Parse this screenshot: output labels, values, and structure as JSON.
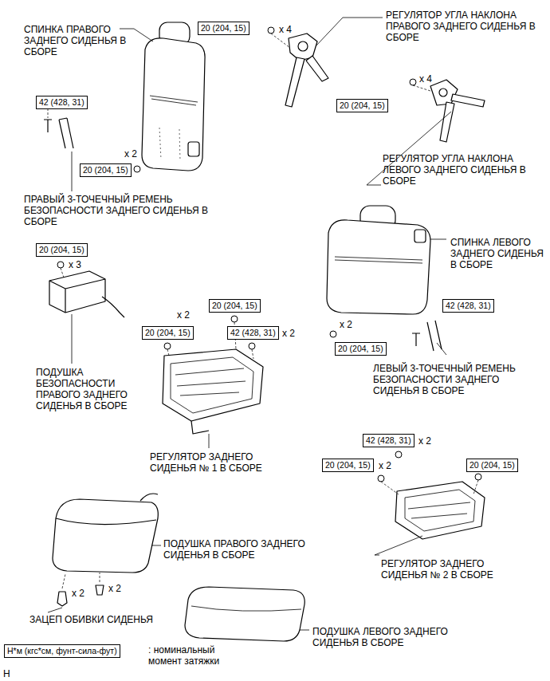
{
  "diagram": {
    "nodes": [
      {
        "text": [
          "20 (204, 15)"
        ]
      },
      {
        "text": [
          "42 (428, 31)"
        ]
      },
      {
        "text": [
          "20 (204, 15)"
        ]
      },
      {
        "text": [
          "20 (204, 15)"
        ]
      },
      {
        "text": [
          "20 (204, 15)"
        ]
      },
      {
        "text": [
          "20 (204, 15)"
        ]
      },
      {
        "text": [
          "42 (428, 31)"
        ]
      },
      {
        "text": [
          "20 (204, 15)"
        ]
      },
      {
        "text": [
          "42 (428, 31)"
        ]
      },
      {
        "text": [
          "20 (204, 15)"
        ]
      },
      {
        "text": [
          "42 (428, 31)"
        ]
      },
      {
        "text": [
          "20 (204, 15)"
        ]
      },
      {
        "text": [
          "20 (204, 15)"
        ]
      },
      {
        "text": [
          "Н*м (кгс*см, фунт-сила-фут)"
        ]
      }
    ],
    "edges": [],
    "labels": [
      "СПИНКА ПРАВОГО ЗАДНЕГО СИДЕНЬЯ В СБОРЕ",
      "x 4",
      "РЕГУЛЯТОР УГЛА НАКЛОНА ПРАВОГО ЗАДНЕГО СИДЕНЬЯ В СБОРЕ",
      "x 4",
      "x 2",
      "РЕГУЛЯТОР УГЛА НАКЛОНА ЛЕВОГО ЗАДНЕГО СИДЕНЬЯ В СБОРЕ",
      "ПРАВЫЙ 3-ТОЧЕЧНЫЙ РЕМЕНЬ БЕЗОПАСНОСТИ ЗАДНЕГО СИДЕНЬЯ В СБОРЕ",
      "СПИНКА ЛЕВОГО ЗАДНЕГО СИДЕНЬЯ В СБОРЕ",
      "x 3",
      "x 2",
      "x 2",
      "x 2",
      "ЛЕВЫЙ 3-ТОЧЕЧНЫЙ РЕМЕНЬ БЕЗОПАСНОСТИ ЗАДНЕГО СИДЕНЬЯ В СБОРЕ",
      "ПОДУШКА БЕЗОПАСНОСТИ ПРАВОГО ЗАДНЕГО СИДЕНЬЯ В СБОРЕ",
      "x 2",
      "x 2",
      "РЕГУЛЯТОР ЗАДНЕГО СИДЕНЬЯ № 1 В СБОРЕ",
      "ПОДУШКА ПРАВОГО ЗАДНЕГО СИДЕНЬЯ В СБОРЕ",
      "РЕГУЛЯТОР ЗАДНЕГО СИДЕНЬЯ № 2 В СБОРЕ",
      "x 2",
      "x 2",
      "ЗАЦЕП ОБИВКИ СИДЕНЬЯ",
      "ПОДУШКА ЛЕВОГО ЗАДНЕГО СИДЕНЬЯ В СБОРЕ",
      ": номинальный момент затяжки",
      "H"
    ]
  }
}
